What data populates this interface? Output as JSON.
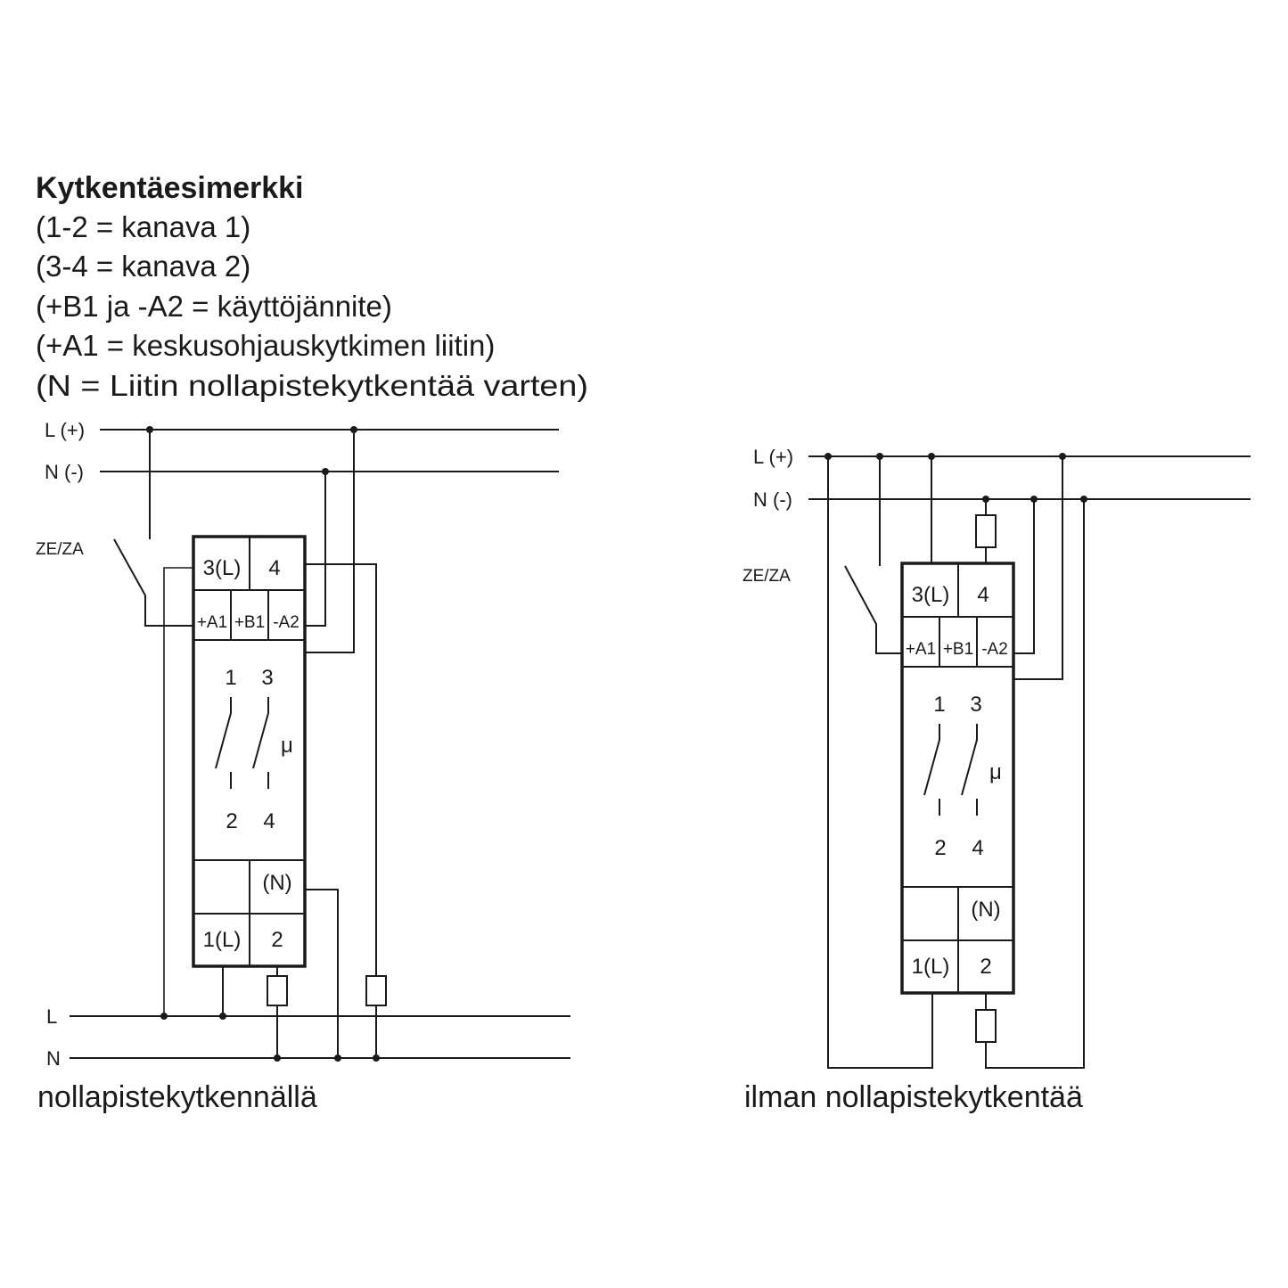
{
  "heading": {
    "title": "Kytkentäesimerkki",
    "lines": [
      "(1-2 = kanava 1)",
      "(3-4 = kanava 2)",
      "(+B1 ja -A2 = käyttöjännite)",
      "(+A1 = keskusohjauskytkimen liitin)",
      "(N = Liitin nollapistekytkentää varten)"
    ]
  },
  "diagram_left": {
    "caption": "nollapistekytkennällä",
    "supply_l": "L (+)",
    "supply_n": "N (-)",
    "switch_label": "ZE/ZA",
    "load_l": "L",
    "load_n": "N"
  },
  "diagram_right": {
    "caption": "ilman nollapistekytkentää",
    "supply_l": "L (+)",
    "supply_n": "N (-)",
    "switch_label": "ZE/ZA"
  },
  "device": {
    "t3": "3(L)",
    "t4": "4",
    "a1": "+A1",
    "b1": "+B1",
    "a2": "-A2",
    "c1": "1",
    "c3": "3",
    "c2": "2",
    "c4": "4",
    "mu": "μ",
    "n": "(N)",
    "t1": "1(L)",
    "t2": "2"
  }
}
